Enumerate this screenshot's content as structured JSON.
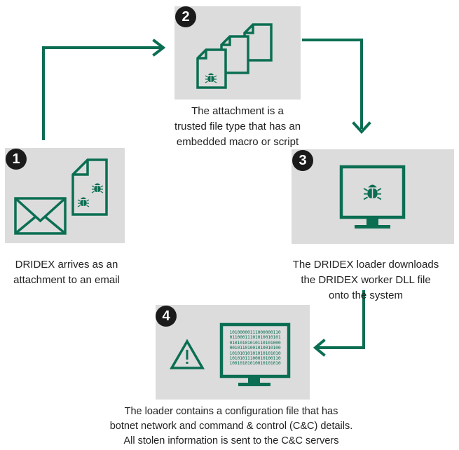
{
  "colors": {
    "accent": "#0b6e52",
    "panel": "#dcdcdc",
    "badge": "#1b1b1b",
    "text": "#222222"
  },
  "steps": [
    {
      "number": "1",
      "icons": [
        "envelope-icon",
        "infected-document-icon"
      ],
      "caption": [
        "DRIDEX arrives as an",
        "attachment to an email"
      ]
    },
    {
      "number": "2",
      "icons": [
        "stacked-documents-icon",
        "bug-icon"
      ],
      "caption": [
        "The attachment is a",
        "trusted file type that has an",
        "embedded macro or script"
      ]
    },
    {
      "number": "3",
      "icons": [
        "monitor-icon",
        "bug-icon"
      ],
      "caption": [
        "The DRIDEX loader downloads",
        "the DRIDEX worker DLL file",
        "onto the system"
      ]
    },
    {
      "number": "4",
      "icons": [
        "warning-icon",
        "monitor-binary-icon"
      ],
      "binary": [
        "10100000111000000110",
        "01100011101010010101",
        "01010101010110101000",
        "00101101001010010100",
        "10101010101010101010",
        "10101011100010100110",
        "10010101010010101010"
      ],
      "caption": [
        "The loader contains a configuration file that has",
        "botnet network and command & control (C&C) details.",
        "All stolen information is sent to the C&C servers"
      ]
    }
  ]
}
